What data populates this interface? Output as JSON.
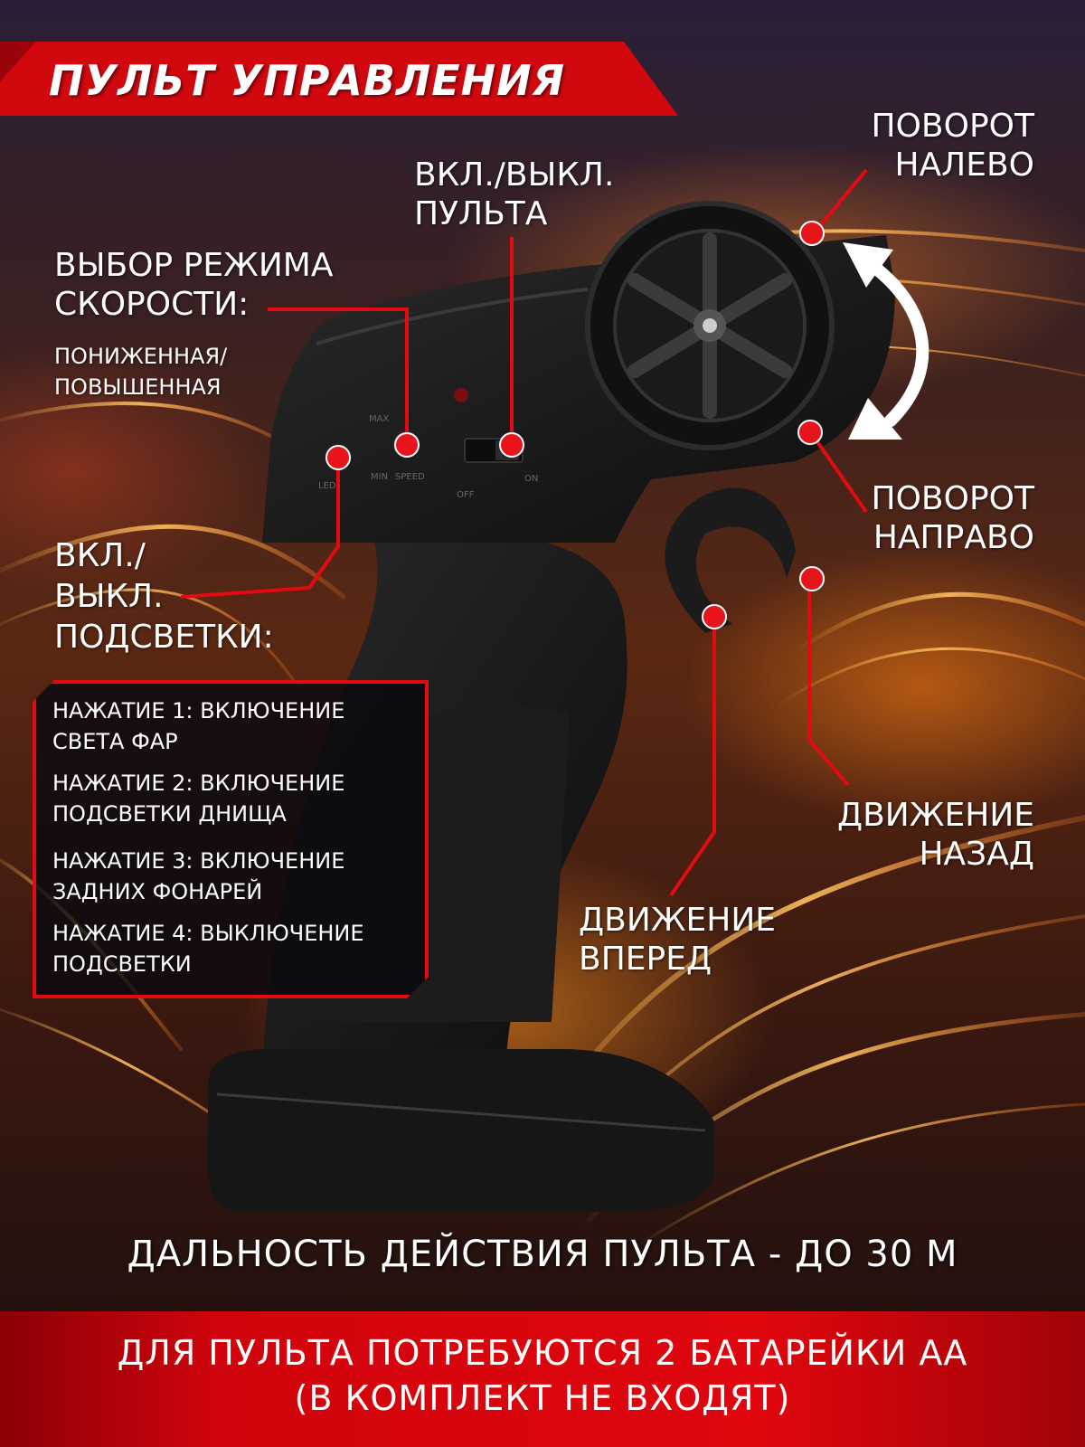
{
  "header": {
    "title": "ПУЛЬТ УПРАВЛЕНИЯ"
  },
  "labels": {
    "power_line1": "ВКЛ./ВЫКЛ.",
    "power_line2": "ПУЛЬТА",
    "speed_line1": "ВЫБОР РЕЖИМА",
    "speed_line2": "СКОРОСТИ:",
    "speed_sub1": "ПОНИЖЕННАЯ/",
    "speed_sub2": "ПОВЫШЕННАЯ",
    "light_line1": "ВКЛ./",
    "light_line2": "ВЫКЛ.",
    "light_line3": "ПОДСВЕТКИ:",
    "left_line1": "ПОВОРОТ",
    "left_line2": "НАЛЕВО",
    "right_line1": "ПОВОРОТ",
    "right_line2": "НАПРАВО",
    "back_line1": "ДВИЖЕНИЕ",
    "back_line2": "НАЗАД",
    "fwd_line1": "ДВИЖЕНИЕ",
    "fwd_line2": "ВПЕРЕД"
  },
  "device_marks": {
    "max": "MAX",
    "min": "MIN",
    "speed": "SPEED",
    "led": "LED",
    "off": "OFF",
    "on": "ON"
  },
  "press_list": [
    {
      "line1": "НАЖАТИЕ 1: ВКЛЮЧЕНИЕ",
      "line2": "СВЕТА ФАР"
    },
    {
      "line1": "НАЖАТИЕ 2: ВКЛЮЧЕНИЕ",
      "line2": "ПОДСВЕТКИ ДНИЩА"
    },
    {
      "line1": "НАЖАТИЕ 3: ВКЛЮЧЕНИЕ",
      "line2": "ЗАДНИХ ФОНАРЕЙ"
    },
    {
      "line1": "НАЖАТИЕ 4: ВЫКЛЮЧЕНИЕ",
      "line2": "ПОДСВЕТКИ"
    }
  ],
  "range_text": "ДАЛЬНОСТЬ ДЕЙСТВИЯ ПУЛЬТА - ДО 30 М",
  "footer": {
    "line1": "ДЛЯ ПУЛЬТА ПОТРЕБУЮТСЯ 2 БАТАРЕЙКИ АА",
    "line2": "(В КОМПЛЕКТ НЕ ВХОДЯТ)"
  },
  "colors": {
    "accent_red": "#e30a12",
    "callout_dot": "#e8141c",
    "device_black": "#141414"
  }
}
